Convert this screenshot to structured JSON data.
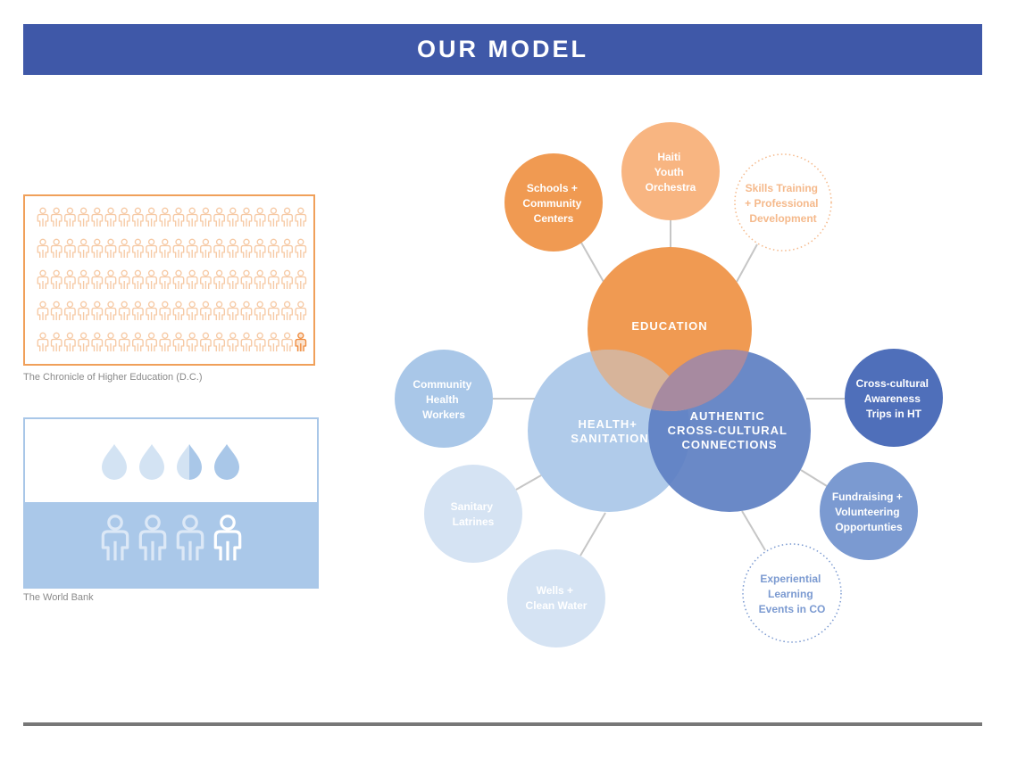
{
  "header": {
    "title": "OUR MODEL"
  },
  "left_panel": {
    "people_chart": {
      "caption": "The Chronicle of Higher Education (D.C.)",
      "rows": 5,
      "per_row": 20,
      "highlighted_count": 1,
      "icon": "person-icon",
      "colors": {
        "base": "#f6c9a4",
        "highlight": "#ef8b3d",
        "border": "#f0a05a"
      }
    },
    "water_chart": {
      "caption": "The World Bank",
      "drops": [
        {
          "icon": "water-drop-icon",
          "fill": 0
        },
        {
          "icon": "water-drop-icon",
          "fill": 0
        },
        {
          "icon": "water-drop-icon",
          "fill": 0.5
        },
        {
          "icon": "water-drop-icon",
          "fill": 1
        }
      ],
      "people": [
        {
          "icon": "person-icon",
          "highlighted": false
        },
        {
          "icon": "person-icon",
          "highlighted": false
        },
        {
          "icon": "person-icon",
          "highlighted": false
        },
        {
          "icon": "person-icon",
          "highlighted": true
        }
      ],
      "colors": {
        "drop_light": "#d3e3f3",
        "drop_dark": "#a9c7e8",
        "panel": "#aac8e9"
      }
    }
  },
  "diagram": {
    "hubs": {
      "education": {
        "label": "EDUCATION",
        "color": "#f09a52"
      },
      "health": {
        "label_lines": [
          "HEALTH+",
          "SANITATION"
        ],
        "color": "#a9c7e8"
      },
      "cross": {
        "label_lines": [
          "AUTHENTIC",
          "CROSS-CULTURAL",
          "CONNECTIONS"
        ],
        "color": "#5d7fc2"
      }
    },
    "satellites": {
      "schools": {
        "lines": [
          "Schools +",
          "Community",
          "Centers"
        ],
        "style": "solid",
        "color": "#f09a52"
      },
      "orchestra": {
        "lines": [
          "Haiti",
          "Youth",
          "Orchestra"
        ],
        "style": "solid",
        "color": "#f8b581"
      },
      "skills": {
        "lines": [
          "Skills Training",
          "+ Professional",
          "Development"
        ],
        "style": "dotted",
        "color": "#f5b98b"
      },
      "chw": {
        "lines": [
          "Community",
          "Health",
          "Workers"
        ],
        "style": "solid",
        "color": "#a9c7e8"
      },
      "latrines": {
        "lines": [
          "Sanitary",
          "Latrines"
        ],
        "style": "solid",
        "color": "#d5e3f3"
      },
      "wells": {
        "lines": [
          "Wells +",
          "Clean Water"
        ],
        "style": "solid",
        "color": "#d5e3f3"
      },
      "trips": {
        "lines": [
          "Cross-cultural",
          "Awareness",
          "Trips in HT"
        ],
        "style": "solid",
        "color": "#4f6fba"
      },
      "fundraising": {
        "lines": [
          "Fundraising +",
          "Volunteering",
          "Opportunties"
        ],
        "style": "solid",
        "color": "#7b9ad1"
      },
      "experiential": {
        "lines": [
          "Experiential",
          "Learning",
          "Events in CO"
        ],
        "style": "dotted",
        "color": "#7b9ad1"
      }
    }
  }
}
